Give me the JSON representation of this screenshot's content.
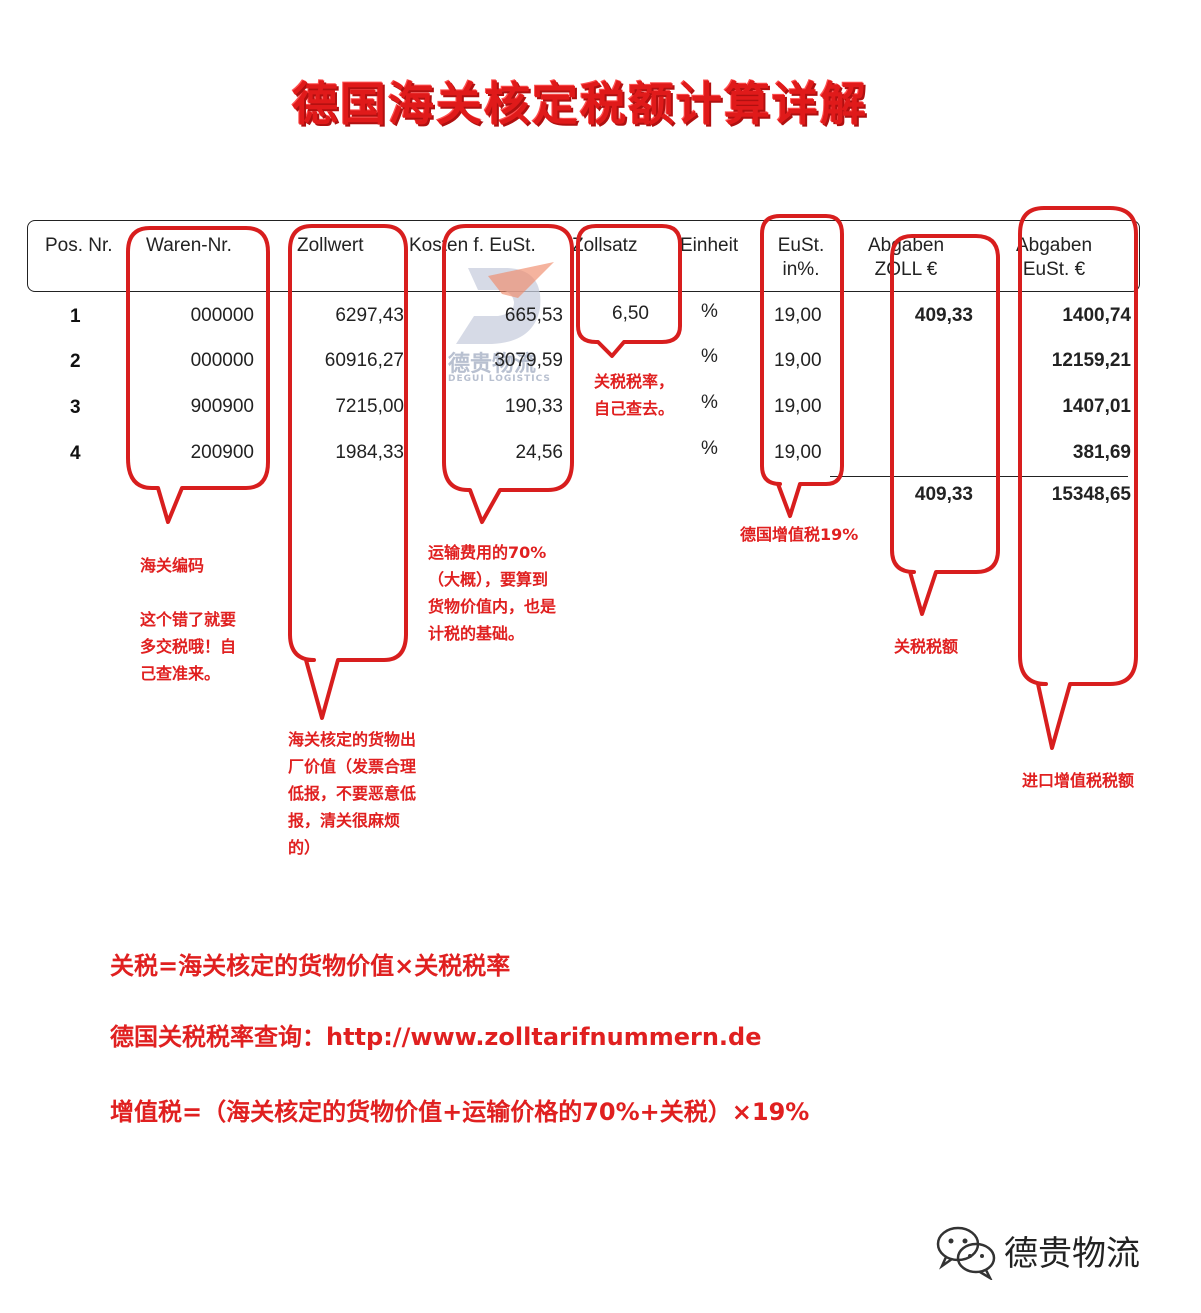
{
  "title": "德国海关核定税额计算详解",
  "logo": {
    "cn": "德贵物流",
    "en": "DEGUI LOGISTICS"
  },
  "table": {
    "headers": {
      "pos_nr": "Pos. Nr.",
      "waren_nr": "Waren-Nr.",
      "zollwert": "Zollwert",
      "kosten": "Kosten f. EuSt.",
      "zollsatz": "Zollsatz",
      "einheit": "Einheit",
      "eust_1": "EuSt.",
      "eust_2": "in%.",
      "abgaben_zoll_1": "Abgaben",
      "abgaben_zoll_2": "ZOLL €",
      "abgaben_eust_1": "Abgaben",
      "abgaben_eust_2": "EuSt. €"
    },
    "rows": [
      {
        "pos": "1",
        "waren": "000000",
        "zollwert": "6297,43",
        "kosten": "665,53",
        "zollsatz": "6,50",
        "einheit": "%",
        "eust": "19,00",
        "zoll": "409,33",
        "abgaben_eust": "1400,74"
      },
      {
        "pos": "2",
        "waren": "000000",
        "zollwert": "60916,27",
        "kosten": "3079,59",
        "zollsatz": "",
        "einheit": "%",
        "eust": "19,00",
        "zoll": "",
        "abgaben_eust": "12159,21"
      },
      {
        "pos": "3",
        "waren": "900900",
        "zollwert": "7215,00",
        "kosten": "190,33",
        "zollsatz": "",
        "einheit": "%",
        "eust": "19,00",
        "zoll": "",
        "abgaben_eust": "1407,01"
      },
      {
        "pos": "4",
        "waren": "200900",
        "zollwert": "1984,33",
        "kosten": "24,56",
        "zollsatz": "",
        "einheit": "%",
        "eust": "19,00",
        "zoll": "",
        "abgaben_eust": "381,69"
      }
    ],
    "totals": {
      "zoll": "409,33",
      "eust": "15348,65"
    }
  },
  "annotations": {
    "hs_code_1": "海关编码",
    "hs_code_2": "这个错了就要",
    "hs_code_3": "多交税哦！自",
    "hs_code_4": "己查准来。",
    "customs_value_1": "海关核定的货物出",
    "customs_value_2": "厂价值（发票合理",
    "customs_value_3": "低报，不要恶意低",
    "customs_value_4": "报，清关很麻烦",
    "customs_value_5": "的）",
    "freight_1": "运输费用的70%",
    "freight_2": "（大概），要算到",
    "freight_3": "货物价值内，也是",
    "freight_4": "计税的基础。",
    "rate_1": "关税税率，",
    "rate_2": "自己查去。",
    "vat_rate": "德国增值税19%",
    "duty_amount": "关税税额",
    "import_vat": "进口增值税税额"
  },
  "formulas": {
    "duty": "关税=海关核定的货物价值×关税税率",
    "lookup": "德国关税税率查询：http://www.zolltarifnummern.de",
    "vat": "增值税=（海关核定的货物价值+运输价格的70%+关税）×19%"
  },
  "watermark": "德贵物流",
  "colors": {
    "accent_red": "#e02020",
    "bubble_red": "#d81e1e"
  }
}
